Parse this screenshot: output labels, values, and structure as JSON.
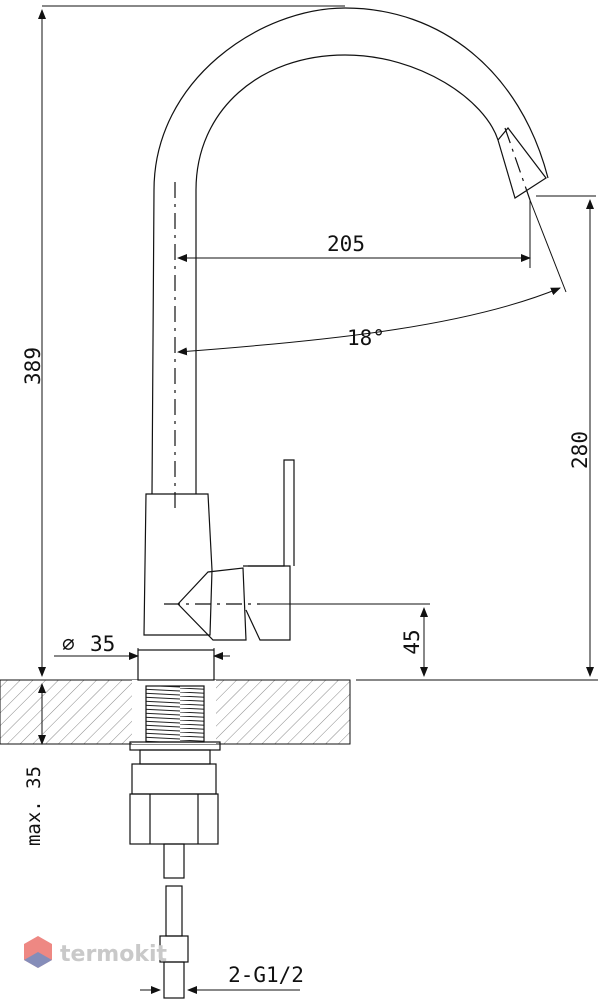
{
  "dimensions": {
    "total_height": "389",
    "spout_reach": "205",
    "swivel_angle": "18°",
    "spout_height": "280",
    "handle_height": "45",
    "body_diameter": "35",
    "diameter_symbol": "∅",
    "max_thickness": "max. 35",
    "hoses": "2-G1/2"
  },
  "watermark": {
    "text": "termokit"
  },
  "colors": {
    "line": "#111111",
    "hatch": "#8a8a8a",
    "watermark": "#c9c9c9",
    "logo_red": "#e8605a",
    "logo_blue": "#6a8fc7"
  }
}
